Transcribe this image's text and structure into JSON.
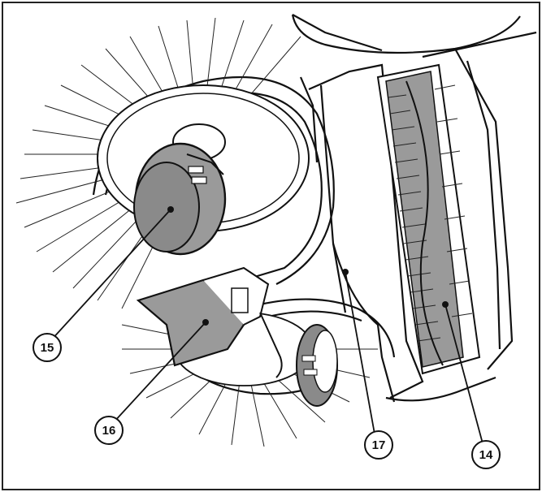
{
  "figure": {
    "callouts": [
      {
        "id": "c15",
        "label": "15"
      },
      {
        "id": "c16",
        "label": "16"
      },
      {
        "id": "c17",
        "label": "17"
      },
      {
        "id": "c14",
        "label": "14"
      }
    ]
  }
}
